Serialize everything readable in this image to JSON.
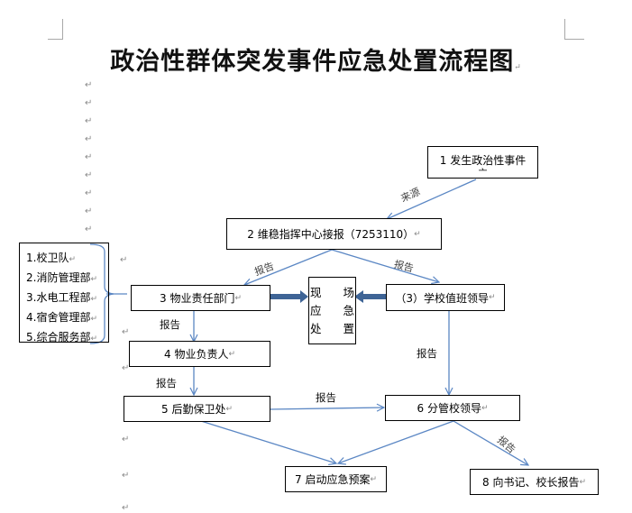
{
  "document": {
    "title": "政治性群体突发事件应急处置流程图",
    "paragraph_mark": "↵"
  },
  "flowchart": {
    "colors": {
      "connector": "#5b87c4",
      "thick_arrow": "#3e6496",
      "box_border": "#000000"
    },
    "nodes": {
      "n1": "1 发生政治性事件",
      "n1_overflow": "亠",
      "n2": "2 维稳指挥中心接报（7253110）",
      "n3": "3 物业责任部门",
      "n3b": "（3）学校值班领导",
      "scene_lines": [
        "现 场",
        "应 急",
        "处 置"
      ],
      "n4": "4 物业负责人",
      "n5": "5 后勤保卫处",
      "n6": "6 分管校领导",
      "n7": "7 启动应急预案",
      "n8": "8 向书记、校长报告"
    },
    "departments": [
      "1.校卫队",
      "2.消防管理部",
      "3.水电工程部",
      "4.宿舍管理部",
      "5.综合服务部"
    ],
    "edge_labels": {
      "source": "来源",
      "report_2_to_3": "报告",
      "report_2_to_3b": "报告",
      "report_3_to_4": "报告",
      "report_4_to_5": "报告",
      "report_5_to_6": "报告",
      "report_3b_to_6": "报告",
      "report_6_to_8": "报告"
    }
  }
}
